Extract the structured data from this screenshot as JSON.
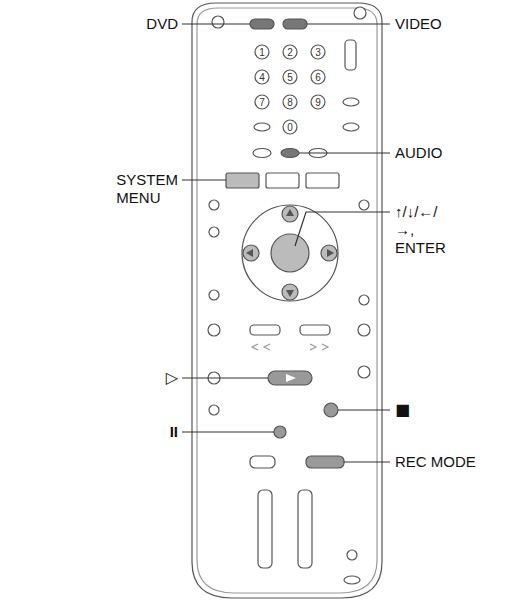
{
  "diagram": {
    "labels": [
      "DVD",
      "VIDEO",
      "1",
      "2",
      "3",
      "4",
      "5",
      "6",
      "7",
      "8",
      "9",
      "0",
      "AUDIO",
      "SYSTEM MENU",
      "↑/↓/←/→, ENTER",
      "▷",
      "■",
      "II",
      "REC MODE"
    ]
  }
}
